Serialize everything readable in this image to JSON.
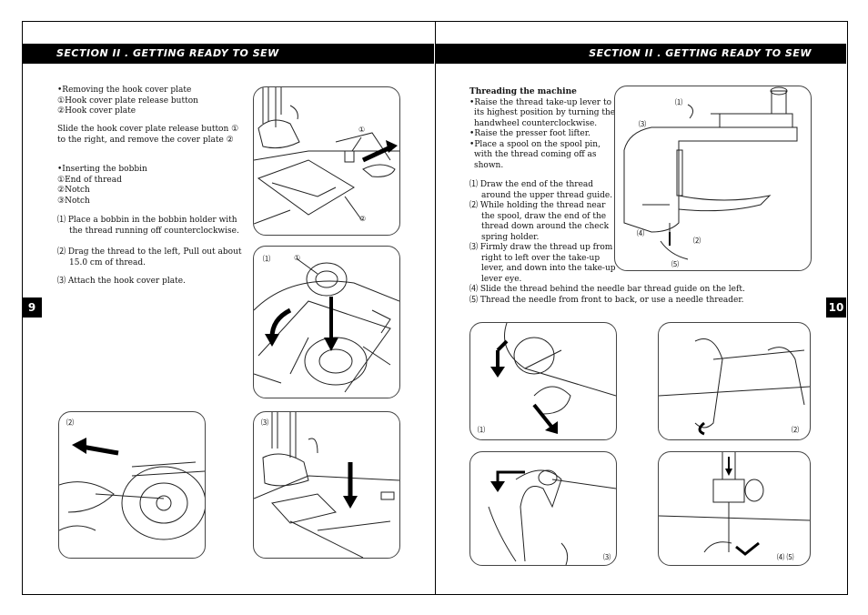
{
  "header": {
    "left_title": "SECTION II . GETTING READY TO SEW",
    "right_title": "SECTION II . GETTING READY TO SEW"
  },
  "page_numbers": {
    "left": "9",
    "right": "10"
  },
  "left": {
    "removing": [
      "•Removing the hook cover plate",
      "①Hook cover plate release button",
      "②Hook cover plate"
    ],
    "slide": [
      "Slide the hook cover plate release button ①",
      "to the right, and remove the cover plate ②"
    ],
    "inserting": [
      "•Inserting the bobbin",
      "①End of thread",
      "②Notch",
      "③Notch"
    ],
    "step1": [
      "⑴ Place a bobbin in the bobbin holder with",
      "the thread running off counterclockwise."
    ],
    "step2": [
      "⑵ Drag the thread to the left, Pull out about",
      "15.0 cm of thread."
    ],
    "step3": "⑶ Attach the hook cover plate.",
    "fig_labels": {
      "fig1_1": "①",
      "fig1_2": "②",
      "fig2_a": "⑴",
      "fig2_b": "①",
      "fig3": "⑵",
      "fig4": "⑶"
    }
  },
  "right": {
    "threading_title": "Threading the machine",
    "bullets": [
      [
        "Raise the thread take-up lever to",
        "its highest position by turning the",
        "handwheel counterclockwise."
      ],
      [
        "Raise the presser foot lifter."
      ],
      [
        "Place a spool on the spool pin,",
        "with the thread coming off as",
        "shown."
      ]
    ],
    "steps": [
      [
        "⑴ Draw the end of the thread",
        "around the upper thread guide."
      ],
      [
        "⑵ While holding the thread near",
        "the spool, draw the end of the",
        "thread down around the check",
        "spring holder."
      ],
      [
        "⑶ Firmly draw the thread up from",
        "right to left over the take-up",
        "lever, and down into the take-up",
        "lever eye."
      ]
    ],
    "step4": "⑷ Slide the thread behind the needle bar thread guide on the left.",
    "step5": "⑸ Thread the needle from front to back, or use a needle threader.",
    "machine_labels": {
      "l1": "⑴",
      "l3": "⑶",
      "l4": "⑷",
      "l2": "⑵",
      "l5": "⑸"
    },
    "fig_labels": {
      "f1": "⑴",
      "f2": "⑵",
      "f3": "⑶",
      "f45": "⑷ ⑸"
    }
  }
}
